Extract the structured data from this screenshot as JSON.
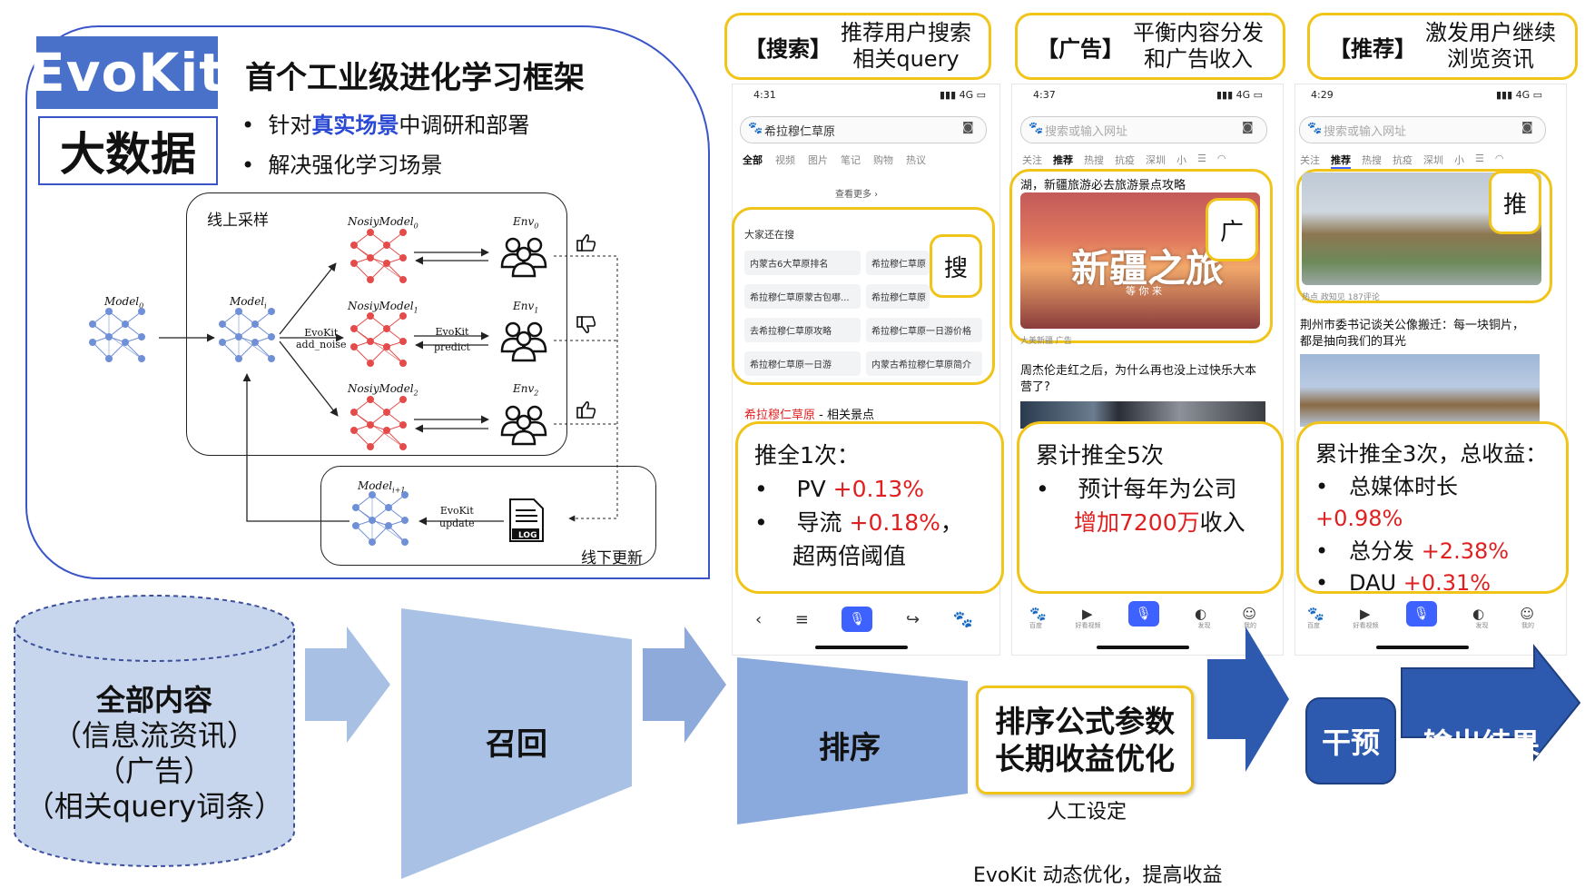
{
  "panel": {
    "logo": "EvoKit",
    "subtitle": "大数据",
    "title": "首个工业级进化学习框架",
    "bullets": [
      {
        "pre": "针对",
        "highlight": "真实场景",
        "post": "中调研和部署"
      },
      {
        "pre": "解决强化学习场景",
        "highlight": "",
        "post": ""
      }
    ],
    "diagram": {
      "online_label": "线上采样",
      "offline_label": "线下更新",
      "model0": "Model",
      "model0_sub": "0",
      "modeli": "Model",
      "modeli_sub": "i",
      "model_next": "Model",
      "model_next_sub": "i+1",
      "noisy": [
        {
          "name": "NosiyModel",
          "sub": "0"
        },
        {
          "name": "NosiyModel",
          "sub": "1"
        },
        {
          "name": "NosiyModel",
          "sub": "2"
        }
      ],
      "envs": [
        {
          "name": "Env",
          "sub": "0"
        },
        {
          "name": "Env",
          "sub": "1"
        },
        {
          "name": "Env",
          "sub": "2"
        }
      ],
      "evokit_noise": "EvoKit",
      "add_noise": "add_noise",
      "evokit_predict": "EvoKit",
      "predict": "predict",
      "evokit_update": "EvoKit",
      "update": "update",
      "log": "LOG"
    }
  },
  "columns": [
    {
      "tag": "【搜索】",
      "desc1": "推荐用户搜索",
      "desc2": "相关query",
      "time": "4:31",
      "signal": "4G",
      "search_text": "希拉穆仁草原",
      "tabs": [
        "全部",
        "视频",
        "图片",
        "笔记",
        "购物",
        "热议"
      ],
      "see_more": "查看更多",
      "also_search": "大家还在搜",
      "chips": [
        "内蒙古6大草原排名",
        "希拉穆仁草原",
        "希拉穆仁草原蒙古包哪...",
        "希拉穆仁草原",
        "去希拉穆仁草原攻略",
        "希拉穆仁草原一日游价格",
        "希拉穆仁草原一日游",
        "内蒙古希拉穆仁草原简介"
      ],
      "badge": "搜",
      "related_title": "希拉穆仁草原",
      "related_suffix": " - 相关景点",
      "result_title": "推全1次：",
      "result_items": [
        {
          "label": "PV ",
          "value": "+0.13%",
          "tail": ""
        },
        {
          "label": "导流 ",
          "value": "+0.18%",
          "tail": "，"
        }
      ],
      "result_extra": "超两倍阈值"
    },
    {
      "tag": "【广告】",
      "desc1": "平衡内容分发",
      "desc2": "和广告收入",
      "time": "4:37",
      "signal": "4G",
      "search_placeholder": "搜索或输入网址",
      "tabs": [
        "关注",
        "推荐",
        "热搜",
        "抗疫",
        "深圳",
        "小"
      ],
      "ad_headline": "湖，新疆旅游必去旅游景点攻略",
      "ad_image_text": "新疆之旅",
      "ad_image_sub": "等 你 来",
      "ad_source": "大美新疆  广告",
      "badge": "广",
      "news_title": "周杰伦走红之后，为什么再也没上过快乐大本营了?",
      "result_title": "累计推全5次",
      "result_line1": "预计每年为公司",
      "result_line2": "增加7200万",
      "result_line2_tail": "收入",
      "nav_labels": [
        "百度",
        "好看视频",
        "",
        "发现",
        "我的"
      ]
    },
    {
      "tag": "【推荐】",
      "desc1": "激发用户继续",
      "desc2": "浏览资讯",
      "time": "4:29",
      "signal": "4G",
      "search_placeholder": "搜索或输入网址",
      "tabs": [
        "关注",
        "推荐",
        "热搜",
        "抗疫",
        "深圳",
        "小"
      ],
      "badge": "推",
      "meta": "热点  政知见  187评论",
      "news_title": "荆州市委书记谈关公像搬迁：每一块铜片，都是抽向我们的耳光",
      "result_title": "累计推全3次，总收益：",
      "result_items": [
        {
          "label": "总媒体时长 ",
          "value": "+0.98%"
        },
        {
          "label": "总分发 ",
          "value": "+2.38%"
        },
        {
          "label": "DAU ",
          "value": "+0.31%"
        }
      ],
      "nav_labels": [
        "百度",
        "好看视频",
        "",
        "发现",
        "我的"
      ]
    }
  ],
  "pipeline": {
    "db_line1": "全部内容",
    "db_line2": "（信息流资讯）",
    "db_line3": "（广告）",
    "db_line4": "（相关query词条）",
    "recall": "召回",
    "rank": "排序",
    "param_line1": "排序公式参数",
    "param_line2": "长期收益优化",
    "manual": "人工设定",
    "evokit_opt": "EvoKit 动态优化，提高收益",
    "intervene": "干预",
    "output": "输出结果"
  },
  "colors": {
    "yellow_border": "#f0c419",
    "panel_blue": "#3a55c8",
    "logo_blue": "#4a71c9",
    "highlight_blue": "#2a49d4",
    "positive_red": "#e02020",
    "db_fill": "#c7d6ec",
    "recall_fill": "#a9c1e4",
    "rank_fill": "#8aa9dc",
    "arrow_light": "#a8c0e4",
    "arrow_dark": "#2d59ae",
    "node_red": "#e44b4b",
    "node_blue": "#6f8fd6"
  }
}
